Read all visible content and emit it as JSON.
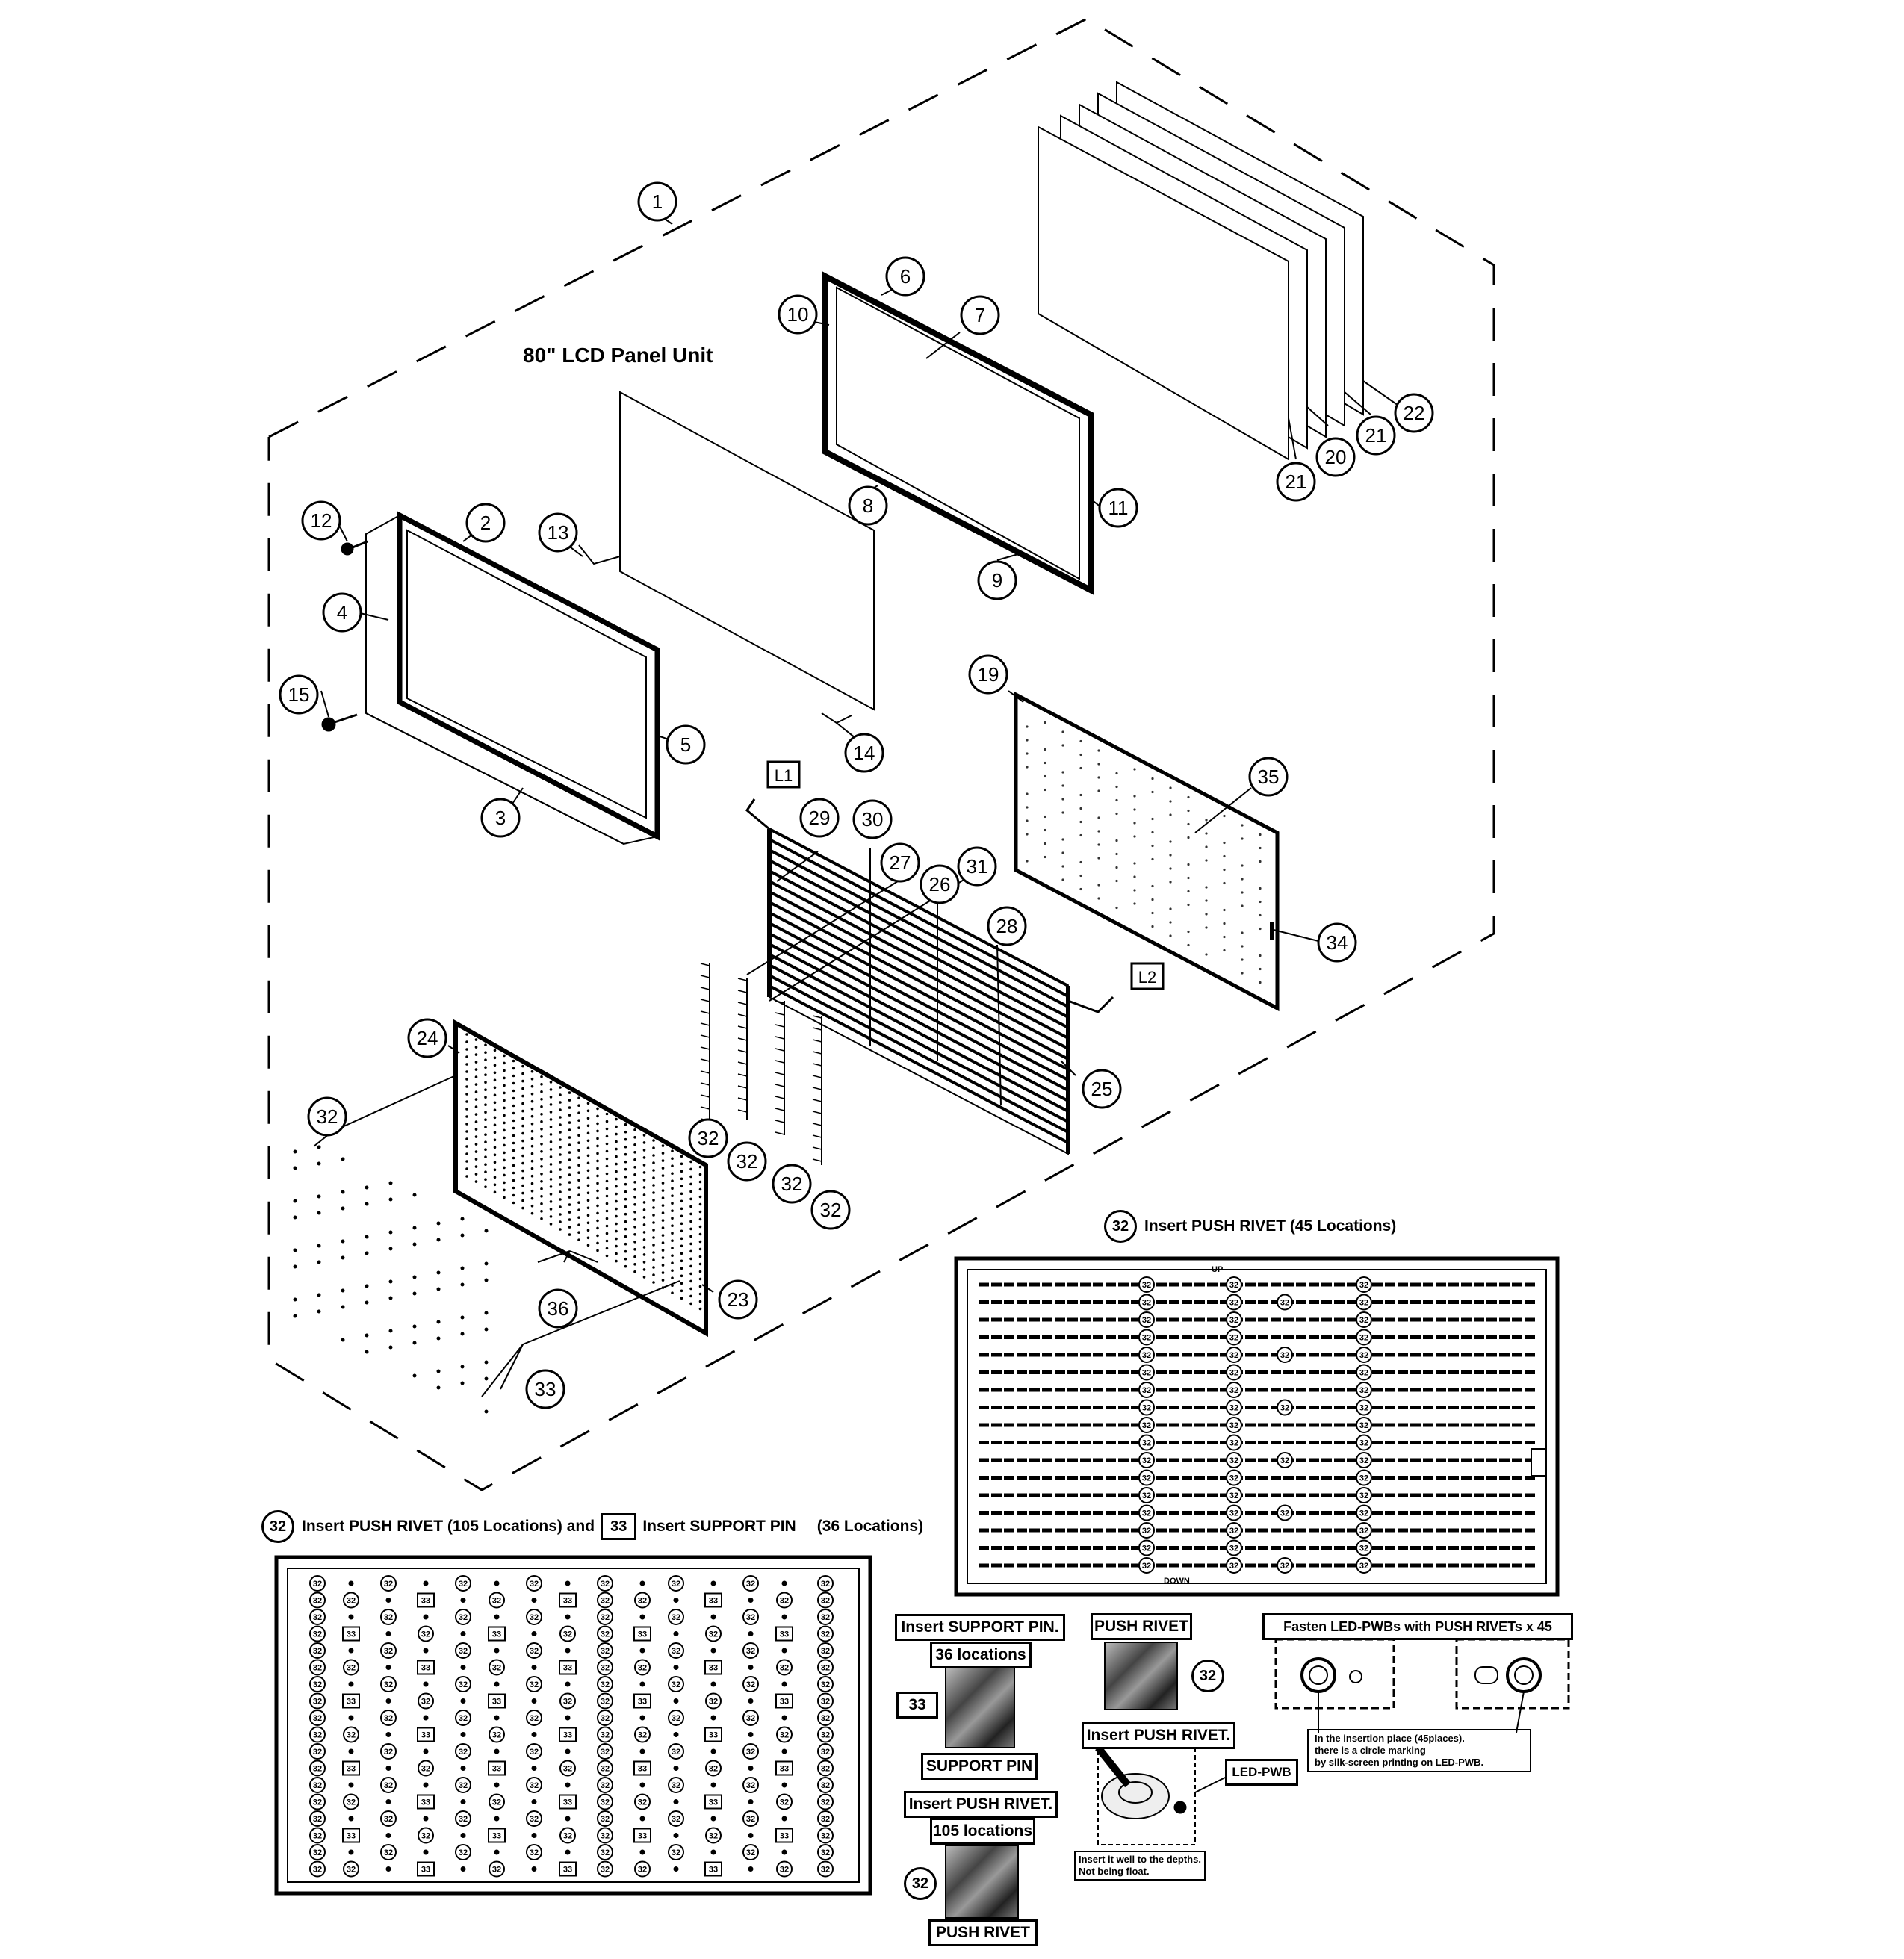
{
  "diagram": {
    "panel_title": "80\" LCD Panel Unit",
    "part_numbers": [
      "1",
      "2",
      "3",
      "4",
      "5",
      "6",
      "7",
      "8",
      "9",
      "10",
      "11",
      "12",
      "13",
      "14",
      "15",
      "19",
      "20",
      "21",
      "21",
      "22",
      "23",
      "24",
      "25",
      "26",
      "27",
      "28",
      "29",
      "30",
      "31",
      "32",
      "32",
      "32",
      "32",
      "32",
      "33",
      "34",
      "35",
      "36"
    ],
    "connectors": [
      "L1",
      "L2"
    ]
  },
  "rivet45": {
    "num": "32",
    "caption": "Insert PUSH RIVET (45 Locations)",
    "up_label": "UP",
    "down_label": "DOWN",
    "marker": "32"
  },
  "rivet105": {
    "num": "32",
    "caption_a": "Insert PUSH RIVET (105 Locations) and",
    "pin_num": "33",
    "caption_b": "Insert  SUPPORT PIN",
    "caption_c": "(36 Locations)",
    "marker_rivet": "32",
    "marker_pin": "33"
  },
  "legend": {
    "support_pin_title": "Insert SUPPORT PIN.",
    "support_pin_count": "36 locations",
    "support_pin_num": "33",
    "support_pin_label": "SUPPORT PIN",
    "push_rivet_title": "Insert PUSH RIVET.",
    "push_rivet_count": "105 locations",
    "push_rivet_num": "32",
    "push_rivet_label": "PUSH RIVET",
    "push_rivet_box": "PUSH RIVET",
    "push_rivet_box_num": "32",
    "insert_rivet_title": "Insert PUSH RIVET.",
    "led_pwb": "LED-PWB",
    "depth_note_1": "Insert it well to the depths.",
    "depth_note_2": "Not being float.",
    "fasten_title": "Fasten LED-PWBs with PUSH RIVETs x 45",
    "fasten_note_1": "In the insertion place (45places).",
    "fasten_note_2": "there is a circle marking",
    "fasten_note_3": "by silk-screen printing on LED-PWB."
  }
}
